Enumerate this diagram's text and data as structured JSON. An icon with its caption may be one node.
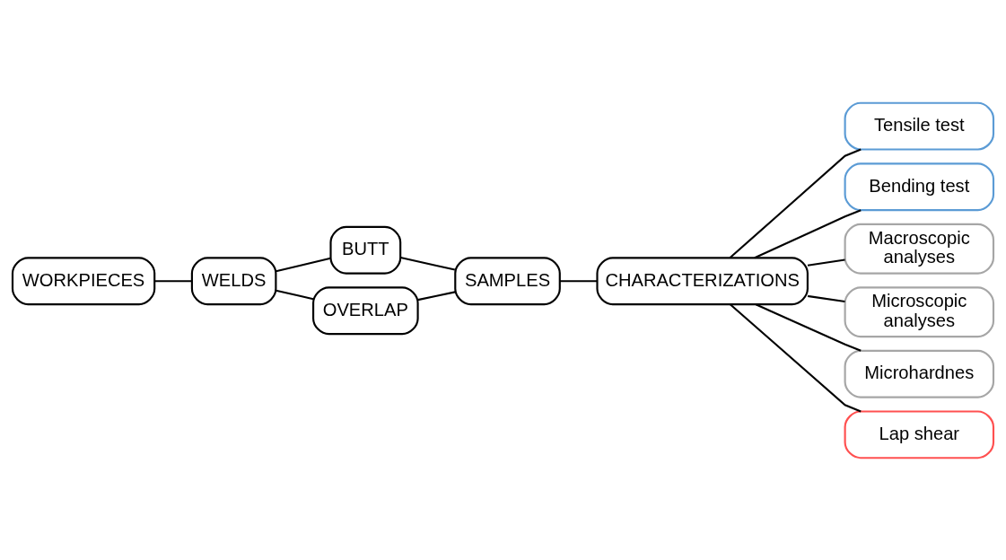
{
  "diagram": {
    "nodes": [
      {
        "text": [
          "WORKPIECES"
        ]
      },
      {
        "text": [
          "WELDS"
        ]
      },
      {
        "text": [
          "BUTT"
        ]
      },
      {
        "text": [
          "OVERLAP"
        ]
      },
      {
        "text": [
          "SAMPLES"
        ]
      },
      {
        "text": [
          "CHARACTERIZATIONS"
        ]
      },
      {
        "text": [
          "Tensile test"
        ]
      },
      {
        "text": [
          "Bending test"
        ]
      },
      {
        "text": [
          "Macroscopic analyses"
        ]
      },
      {
        "text": [
          "Microscopic analyses"
        ]
      },
      {
        "text": [
          "Microhardnes"
        ]
      },
      {
        "text": [
          "Lap shear"
        ]
      }
    ],
    "edges": [
      {
        "from": 0,
        "to": 1,
        "arrow": "none"
      },
      {
        "from": 1,
        "to": 2,
        "arrow": "none"
      },
      {
        "from": 1,
        "to": 3,
        "arrow": "none"
      },
      {
        "from": 2,
        "to": 4,
        "arrow": "none"
      },
      {
        "from": 3,
        "to": 4,
        "arrow": "none"
      },
      {
        "from": 4,
        "to": 5,
        "arrow": "none"
      },
      {
        "from": 5,
        "to": 6,
        "arrow": "none"
      },
      {
        "from": 5,
        "to": 7,
        "arrow": "none"
      },
      {
        "from": 5,
        "to": 8,
        "arrow": "none"
      },
      {
        "from": 5,
        "to": 9,
        "arrow": "none"
      },
      {
        "from": 5,
        "to": 10,
        "arrow": "none"
      },
      {
        "from": 5,
        "to": 11,
        "arrow": "none"
      }
    ]
  }
}
